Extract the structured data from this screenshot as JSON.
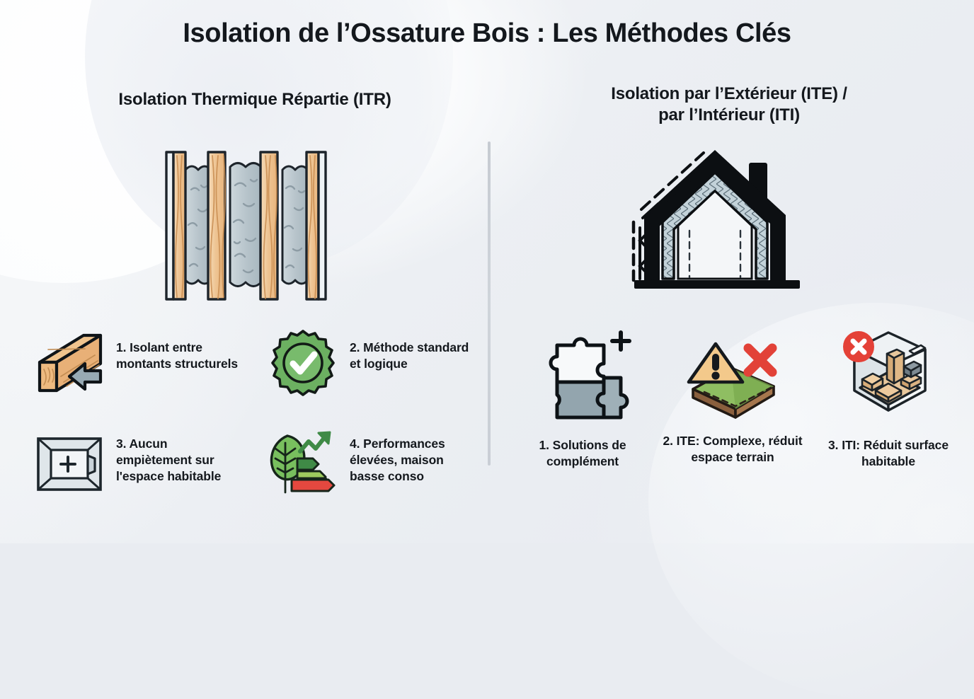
{
  "title": "Isolation de l’Ossature Bois : Les Méthodes Clés",
  "columns": {
    "left": {
      "heading": "Isolation Thermique Répartie (ITR)",
      "hero_icon": "wall-cross-section-icon",
      "points": [
        {
          "label": "1. Isolant entre montants structurels",
          "icon": "wood-beam-arrow-icon"
        },
        {
          "label": "2. Méthode standard et logique",
          "icon": "green-check-badge-icon"
        },
        {
          "label": "3. Aucun empiètement sur l'espace habitable",
          "icon": "room-space-plus-icon"
        },
        {
          "label": "4. Performances élevées, maison basse conso",
          "icon": "leaf-energy-chart-icon"
        }
      ]
    },
    "right": {
      "heading_line1": "Isolation par l’Extérieur (ITE) /",
      "heading_line2": "par l’Intérieur (ITI)",
      "hero_icon": "house-cross-section-icon",
      "points": [
        {
          "label": "1. Solutions de complément",
          "icon": "puzzle-plus-icon"
        },
        {
          "label": "2. ITE: Complexe, réduit espace terrain",
          "icon": "terrain-warning-cross-icon"
        },
        {
          "label": "3. ITI: Réduit surface habitable",
          "icon": "isometric-room-cross-icon"
        }
      ]
    }
  },
  "colors": {
    "background": "#e9ecf1",
    "text": "#14181d",
    "divider": "#c9ced5",
    "wood": "#edb57f",
    "wood_light": "#f7d7b0",
    "insulation": "#b9c5cb",
    "outline": "#1d242b",
    "green": "#6fb464",
    "green_dark": "#3f8a46",
    "red": "#e4483f",
    "yellow": "#f2ce3c",
    "slate": "#93a5ae",
    "amber": "#f0c483",
    "brown": "#9a6c4a"
  }
}
